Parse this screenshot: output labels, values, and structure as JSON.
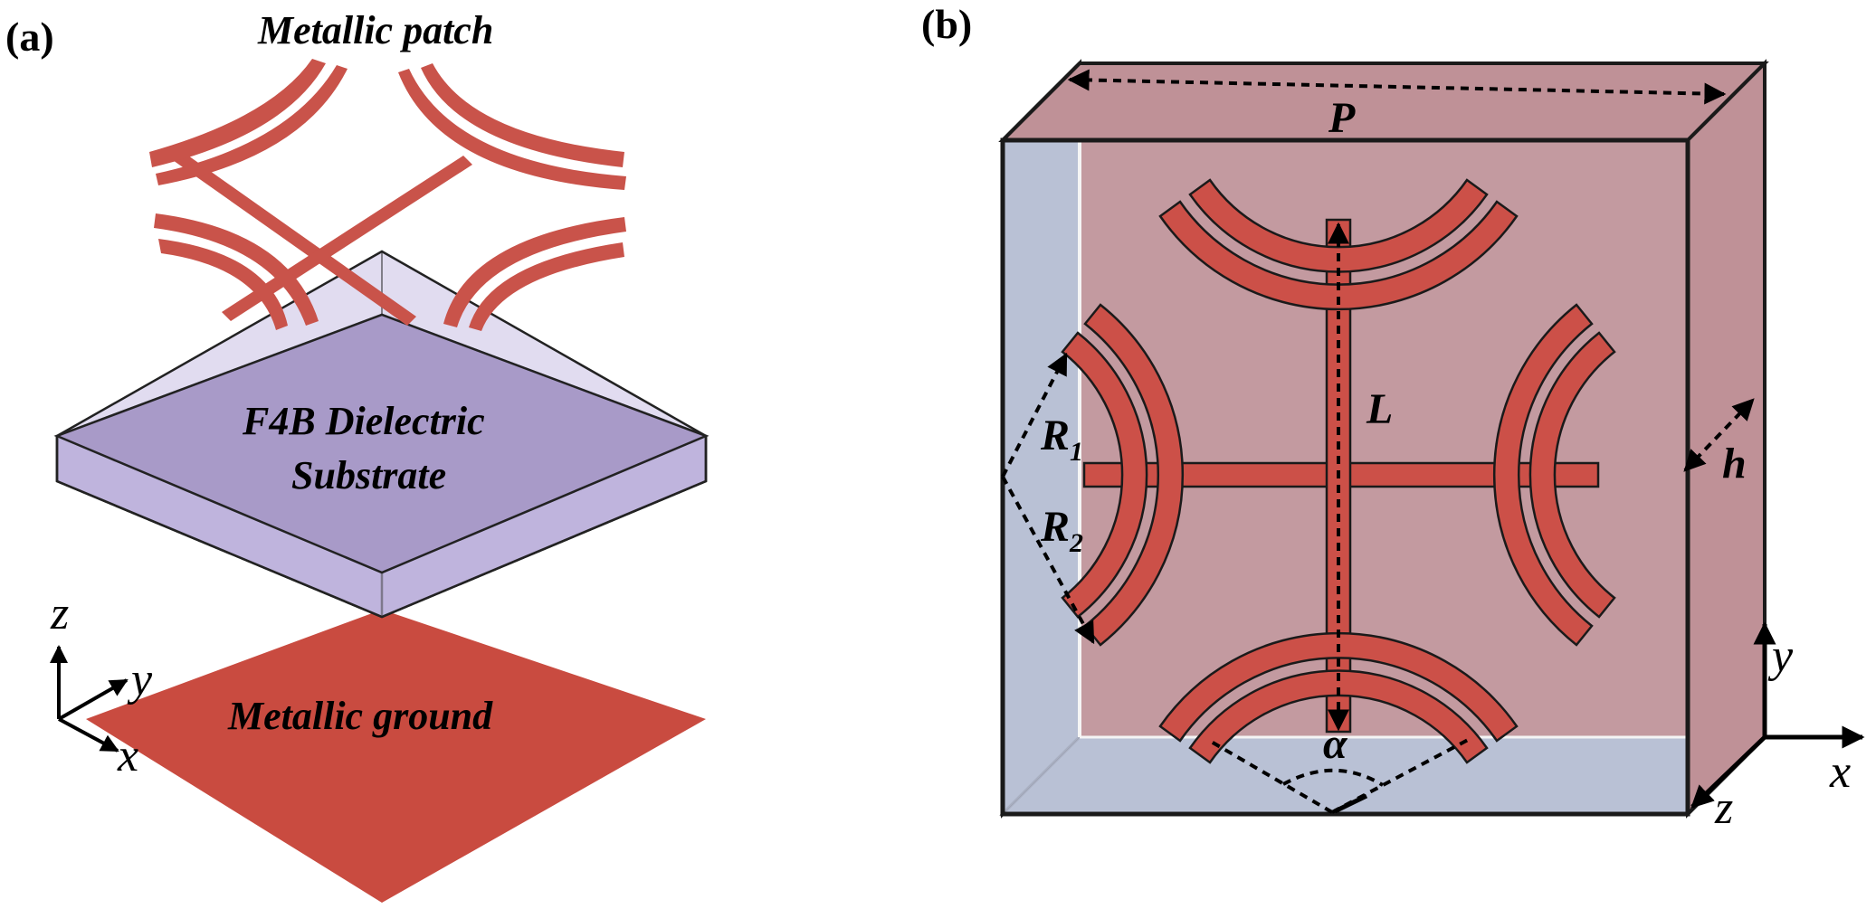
{
  "panels": {
    "a": {
      "label": "(a)",
      "metallic_patch_label": "Metallic patch",
      "substrate_label_line1": "F4B Dielectric",
      "substrate_label_line2": "Substrate",
      "ground_label": "Metallic ground",
      "axes": {
        "z": "z",
        "y": "y",
        "x": "x"
      }
    },
    "b": {
      "label": "(b)",
      "dimensions": {
        "P": "P",
        "L": "L",
        "h": "h",
        "R1_main": "R",
        "R1_sub": "1",
        "R2_main": "R",
        "R2_sub": "2",
        "alpha": "α"
      },
      "axes": {
        "y": "y",
        "x": "x",
        "z": "z"
      }
    }
  },
  "colors": {
    "metal": "#c9534a",
    "substrate_top": "#a697c4",
    "substrate_side": "#c6bde0",
    "unit_cell_front": "#c29aa0",
    "unit_cell_side": "#b9c4d8"
  }
}
